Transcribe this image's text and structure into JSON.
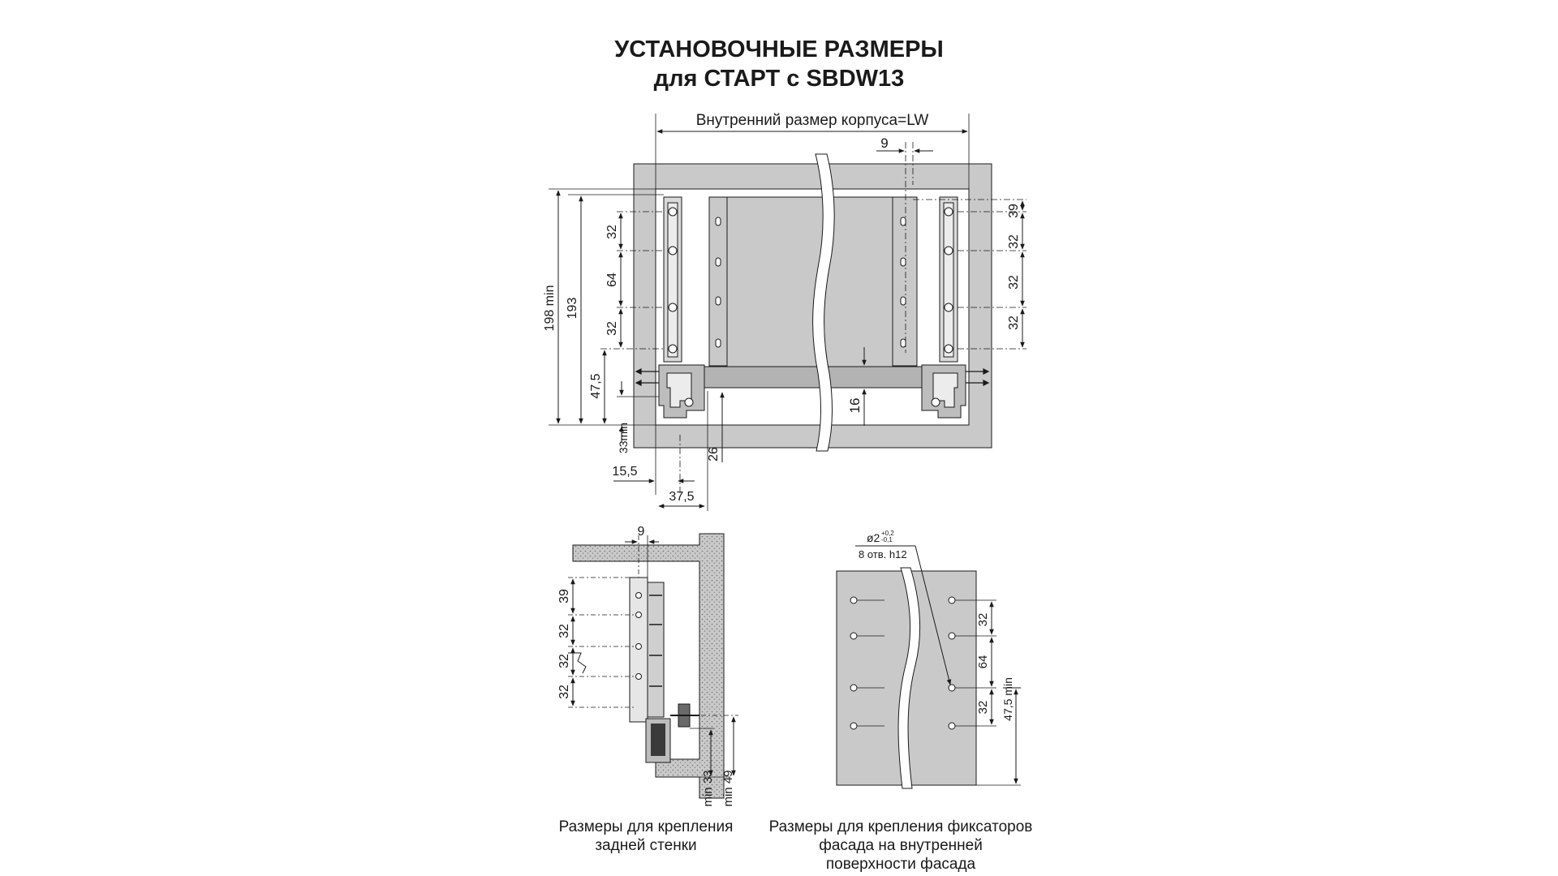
{
  "title": {
    "line1": "УСТАНОВОЧНЫЕ РАЗМЕРЫ",
    "line2": "для СТАРТ с SBDW13"
  },
  "top_view": {
    "width_label": "Внутренний размер корпуса=LW",
    "dim_9": "9",
    "left_vertical": [
      "198 min",
      "193",
      "47,5",
      "33min"
    ],
    "left_stack": [
      "32",
      "64",
      "32"
    ],
    "bottom_dims": [
      "15,5",
      "37,5",
      "26"
    ],
    "dim_16": "16",
    "right_stack": [
      "39",
      "32",
      "32",
      "32"
    ]
  },
  "side_view": {
    "dim_9": "9",
    "stack": [
      "39",
      "32",
      "32",
      "32"
    ],
    "min_labels": [
      "min 33",
      "min 49"
    ],
    "caption": [
      "Размеры для крепления",
      "задней стенки"
    ]
  },
  "front_view": {
    "hole_main": "ø2",
    "hole_tol_plus": "+0,2",
    "hole_tol_minus": "-0,1",
    "hole_note": "8 отв. h12",
    "stack": [
      "32",
      "64",
      "32"
    ],
    "min_label": "47,5 min",
    "caption": [
      "Размеры для крепления фиксаторов",
      "фасада на внутренней",
      "поверхности фасада"
    ]
  },
  "colors": {
    "panel": "#c9c9c9",
    "panel_dark": "#b3b3b3",
    "line": "#1a1a1a",
    "hatch": "#8a8a8a"
  }
}
